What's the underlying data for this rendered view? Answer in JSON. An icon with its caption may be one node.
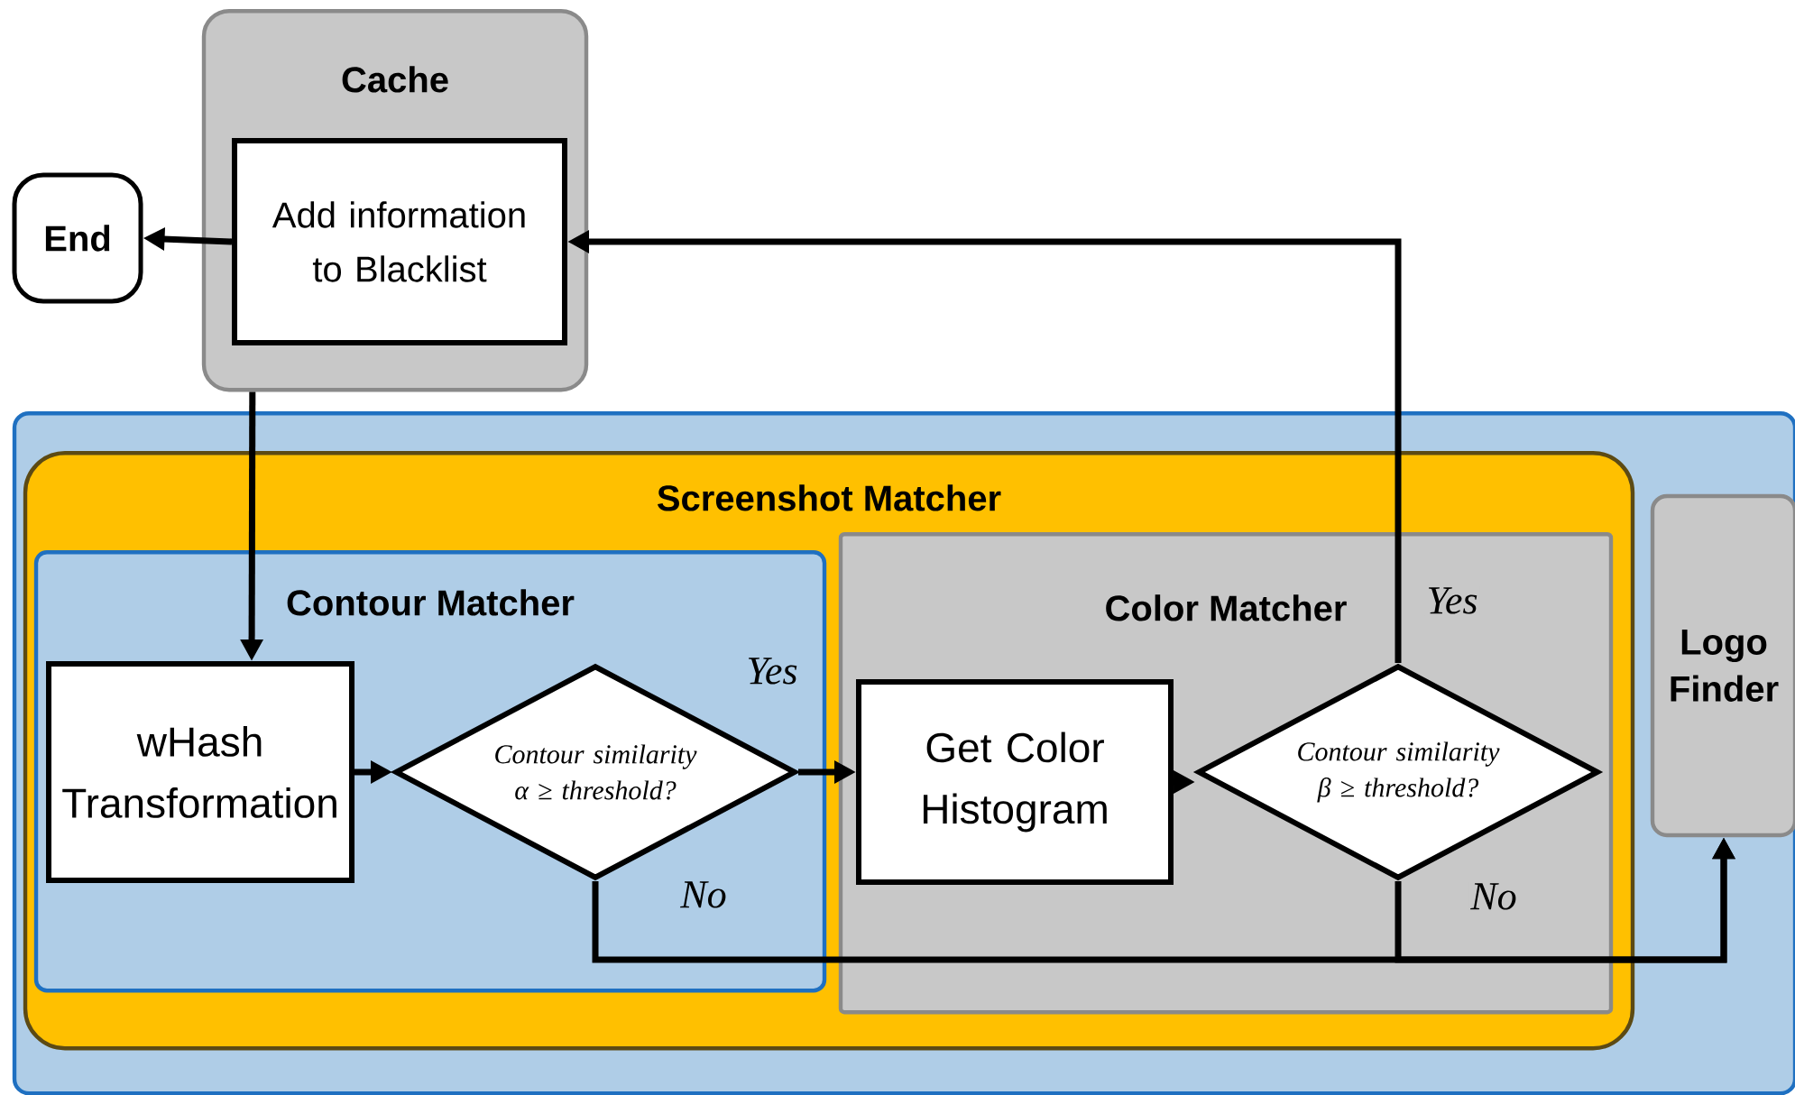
{
  "diagram": {
    "nodes": [
      {
        "text": [
          "Cache"
        ]
      },
      {
        "text": [
          "Add information to Blacklist"
        ],
        "in": 0
      },
      {
        "text": [
          "End"
        ]
      },
      {
        "text": [],
        "shape": "box"
      },
      {
        "text": [
          "Screenshot Matcher"
        ],
        "in": 3
      },
      {
        "text": [
          "Contour Matcher"
        ],
        "in": 4
      },
      {
        "text": [
          "wHash Transformation"
        ],
        "in": 5
      },
      {
        "text": [
          "Contour similarity α ≥ threshold?"
        ],
        "in": 5
      },
      {
        "text": [
          "Color Matcher"
        ],
        "in": 4
      },
      {
        "text": [
          "Get Color Histogram"
        ],
        "in": 8
      },
      {
        "text": [
          "Contour similarity β ≥ threshold?"
        ],
        "in": 8
      },
      {
        "text": [
          "Logo Finder"
        ],
        "in": 3
      }
    ],
    "edges": [
      {
        "from": 1,
        "to": 2,
        "arrow": "to"
      },
      {
        "from": 0,
        "to": 6,
        "arrow": "to"
      },
      {
        "from": 6,
        "to": 7,
        "arrow": "to"
      },
      {
        "from": 7,
        "to": 9,
        "arrow": "to",
        "label": "Yes"
      },
      {
        "from": 9,
        "to": 10,
        "arrow": "to"
      },
      {
        "from": 10,
        "to": 1,
        "arrow": "to",
        "label": "Yes"
      },
      {
        "from": 7,
        "to": 11,
        "arrow": "to",
        "label": "No"
      },
      {
        "from": 10,
        "to": 11,
        "arrow": "to",
        "label": "No"
      }
    ]
  }
}
